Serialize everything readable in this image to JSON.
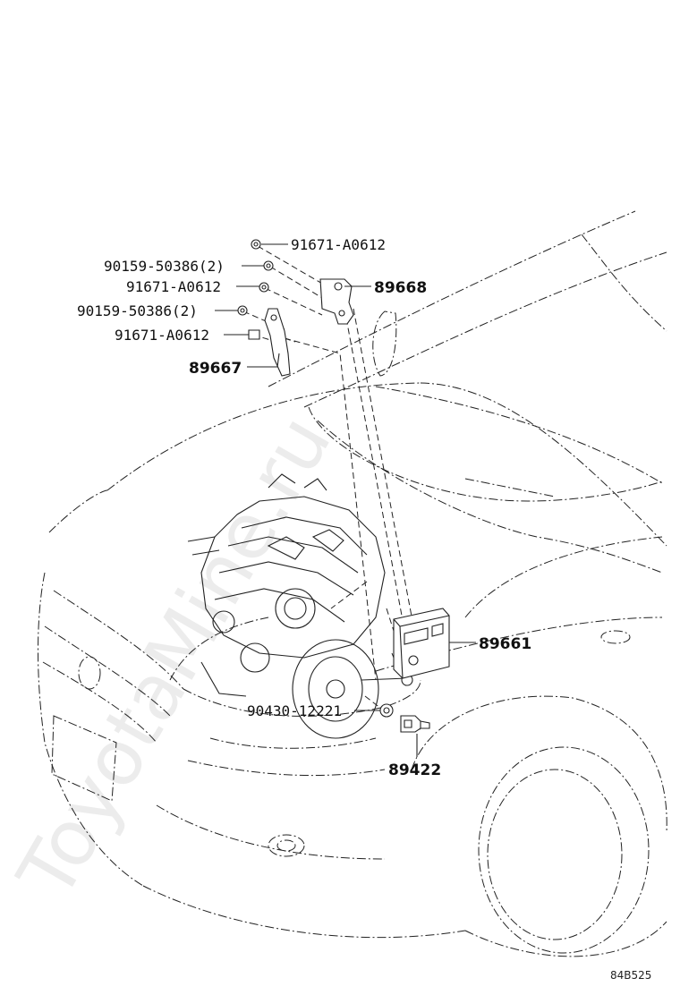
{
  "watermark": "ToyotaMine.ru",
  "drawing_code": "84B525",
  "callouts": [
    {
      "id": "c1",
      "text": "91671-A0612",
      "bold": false
    },
    {
      "id": "c2",
      "text": "90159-50386(2)",
      "bold": false
    },
    {
      "id": "c3",
      "text": "89668",
      "bold": true
    },
    {
      "id": "c4",
      "text": "91671-A0612",
      "bold": false
    },
    {
      "id": "c5",
      "text": "90159-50386(2)",
      "bold": false
    },
    {
      "id": "c6",
      "text": "91671-A0612",
      "bold": false
    },
    {
      "id": "c7",
      "text": "89667",
      "bold": true
    },
    {
      "id": "c8",
      "text": "89661",
      "bold": true
    },
    {
      "id": "c9",
      "text": "90430-12221",
      "bold": false
    },
    {
      "id": "c10",
      "text": "89422",
      "bold": true
    }
  ]
}
